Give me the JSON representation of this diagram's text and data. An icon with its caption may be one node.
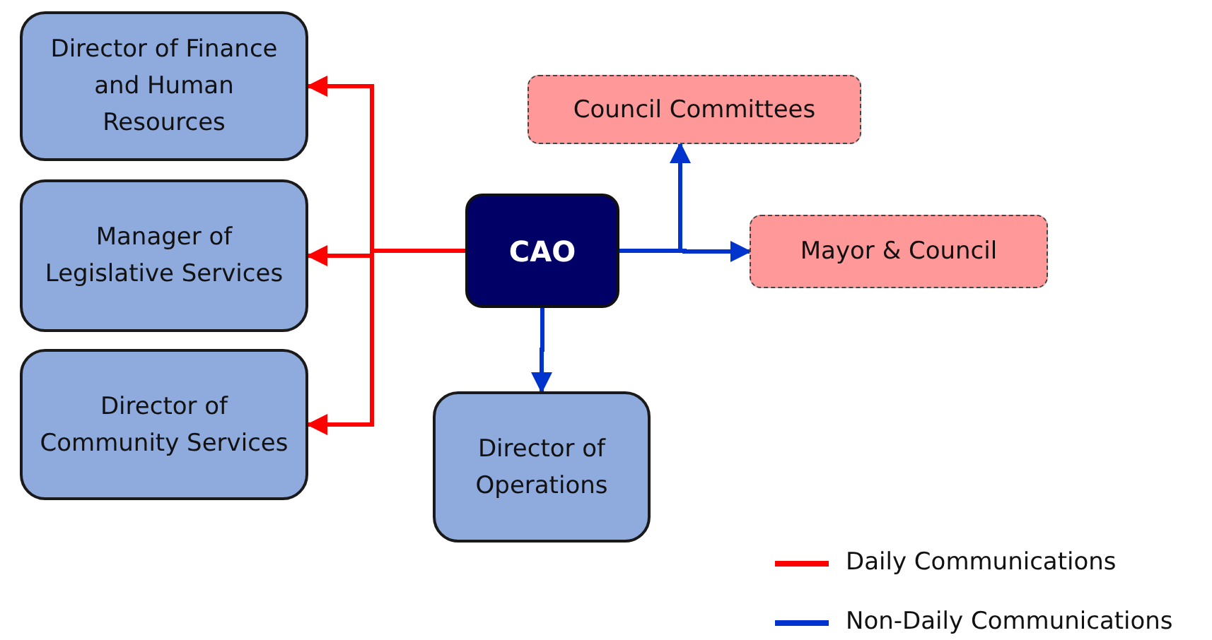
{
  "diagram": {
    "nodes": [
      {
        "text": [
          "Director of Finance and Human Resources"
        ]
      },
      {
        "text": [
          "Manager of Legislative Services"
        ]
      },
      {
        "text": [
          "Director of Community Services"
        ]
      },
      {
        "text": [
          "Council Committees"
        ]
      },
      {
        "text": [
          "CAO"
        ]
      },
      {
        "text": [
          "Mayor & Council"
        ]
      },
      {
        "text": [
          "Director of Operations"
        ]
      }
    ],
    "edges": [
      {
        "from": 4,
        "to": 0,
        "arrow": "to",
        "color": "#ff0000"
      },
      {
        "from": 4,
        "to": 1,
        "arrow": "to",
        "color": "#ff0000"
      },
      {
        "from": 4,
        "to": 2,
        "arrow": "to",
        "color": "#ff0000"
      },
      {
        "from": 4,
        "to": 3,
        "arrow": "to",
        "color": "#0033cc"
      },
      {
        "from": 4,
        "to": 5,
        "arrow": "to",
        "color": "#0033cc"
      },
      {
        "from": 4,
        "to": 6,
        "arrow": "to",
        "color": "#0033cc"
      }
    ],
    "legend": [
      {
        "text": "Daily Communications"
      },
      {
        "text": "Non-Daily Communications"
      }
    ]
  }
}
